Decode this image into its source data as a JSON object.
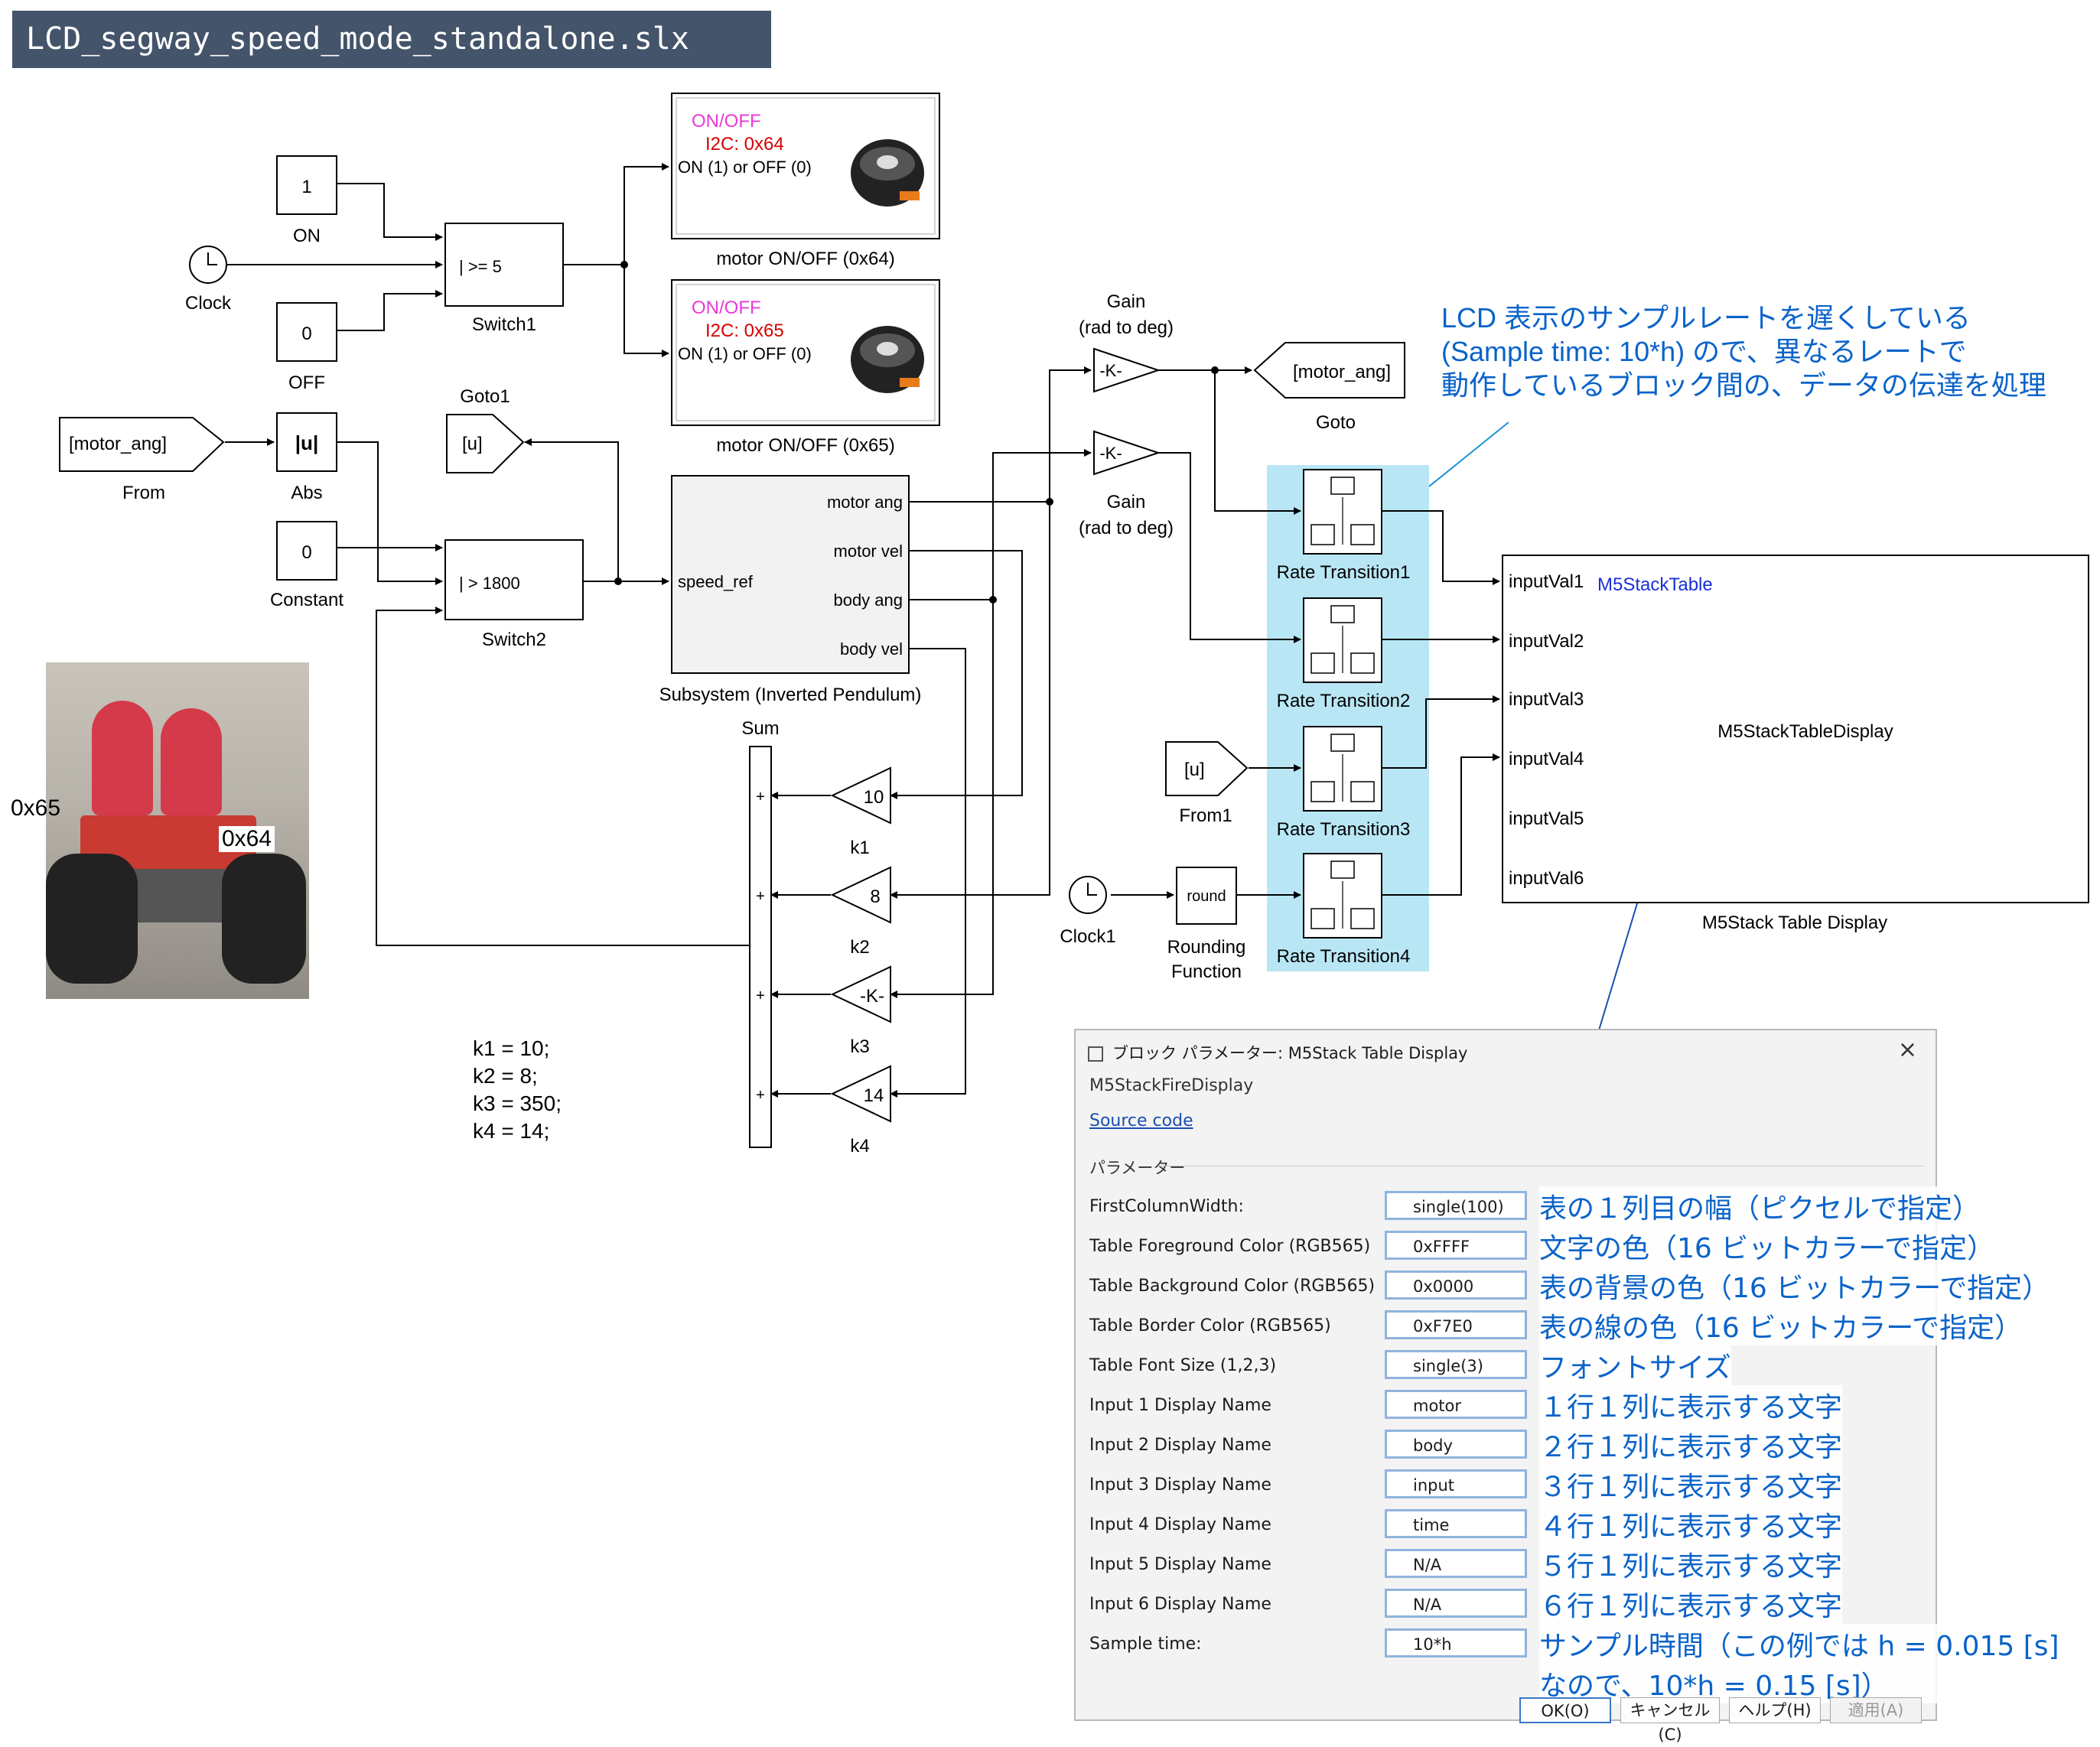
{
  "file_title": "LCD_segway_speed_mode_standalone.slx",
  "blocks": {
    "const_on_value": "1",
    "const_on_label": "ON",
    "const_off_value": "0",
    "const_off_label": "OFF",
    "clock_label": "Clock",
    "switch1_threshold": "| >= 5",
    "switch1_label": "Switch1",
    "motor1_onoff": "ON/OFF",
    "motor1_i2c": "I2C: 0x64",
    "motor1_port": "ON (1) or OFF (0)",
    "motor1_label": "motor ON/OFF (0x64)",
    "motor2_onoff": "ON/OFF",
    "motor2_i2c": "I2C: 0x65",
    "motor2_port": "ON (1) or OFF (0)",
    "motor2_label": "motor ON/OFF (0x65)",
    "from_tag": "[motor_ang]",
    "from_label": "From",
    "abs_symbol": "|u|",
    "abs_label": "Abs",
    "goto1_tag": "[u]",
    "goto1_label": "Goto1",
    "constant_value": "0",
    "constant_label": "Constant",
    "switch2_threshold": "| > 1800",
    "switch2_label": "Switch2",
    "subsystem_in": "speed_ref",
    "subsystem_out1": "motor ang",
    "subsystem_out2": "motor vel",
    "subsystem_out3": "body ang",
    "subsystem_out4": "body vel",
    "subsystem_label": "Subsystem (Inverted Pendulum)",
    "gain1_value": "-K-",
    "gain1_label1": "Gain",
    "gain1_label2": "(rad to deg)",
    "gain2_value": "-K-",
    "gain2_label1": "Gain",
    "gain2_label2": "(rad to deg)",
    "goto_tag": "[motor_ang]",
    "goto_label": "Goto",
    "sum_label": "Sum",
    "sum_sign": "+",
    "k1_value": "10",
    "k1_label": "k1",
    "k2_value": "8",
    "k2_label": "k2",
    "k3_value": "-K-",
    "k3_label": "k3",
    "k4_value": "14",
    "k4_label": "k4",
    "rt1_label": "Rate Transition1",
    "rt2_label": "Rate Transition2",
    "rt3_label": "Rate Transition3",
    "rt4_label": "Rate Transition4",
    "from1_tag": "[u]",
    "from1_label": "From1",
    "clock1_label": "Clock1",
    "round_value": "round",
    "round_label1": "Rounding",
    "round_label2": "Function",
    "m5_in1": "inputVal1",
    "m5_in2": "inputVal2",
    "m5_in3": "inputVal3",
    "m5_in4": "inputVal4",
    "m5_in5": "inputVal5",
    "m5_in6": "inputVal6",
    "m5_tag": "M5StackTable",
    "m5_center": "M5StackTableDisplay",
    "m5_label": "M5Stack Table Display"
  },
  "gains_text": [
    "k1 = 10;",
    "k2 = 8;",
    "k3 = 350;",
    "k4 = 14;"
  ],
  "annotation": [
    "LCD 表示のサンプルレートを遅くしている",
    "(Sample time: 10*h) ので、異なるレートで",
    "動作しているブロック間の、データの伝達を処理"
  ],
  "photo_labels": {
    "left": "0x65",
    "right": "0x64"
  },
  "dialog": {
    "title": "ブロック パラメーター: M5Stack Table Display",
    "close": "×",
    "subtitle": "M5StackFireDisplay",
    "source_link": "Source code",
    "params_title": "パラメーター",
    "rows": [
      {
        "label": "FirstColumnWidth:",
        "value": "single(100)",
        "note": "表の１列目の幅（ピクセルで指定）"
      },
      {
        "label": "Table Foreground Color (RGB565)",
        "value": "0xFFFF",
        "note": "文字の色（16 ビットカラーで指定）"
      },
      {
        "label": "Table Background Color (RGB565)",
        "value": "0x0000",
        "note": "表の背景の色（16 ビットカラーで指定）"
      },
      {
        "label": "Table Border Color (RGB565)",
        "value": "0xF7E0",
        "note": "表の線の色（16 ビットカラーで指定）"
      },
      {
        "label": "Table Font Size (1,2,3)",
        "value": "single(3)",
        "note": "フォントサイズ"
      },
      {
        "label": "Input 1 Display Name",
        "value": "motor",
        "note": "１行１列に表示する文字"
      },
      {
        "label": "Input 2 Display Name",
        "value": "body",
        "note": "２行１列に表示する文字"
      },
      {
        "label": "Input 3 Display Name",
        "value": "input",
        "note": "３行１列に表示する文字"
      },
      {
        "label": "Input 4 Display Name",
        "value": "time",
        "note": "４行１列に表示する文字"
      },
      {
        "label": "Input 5 Display Name",
        "value": "N/A",
        "note": "５行１列に表示する文字"
      },
      {
        "label": "Input 6 Display Name",
        "value": "N/A",
        "note": "６行１列に表示する文字"
      },
      {
        "label": "Sample time:",
        "value": "10*h",
        "note": "サンプル時間（この例では h = 0.015 [s]",
        "note2": "なので、10*h = 0.15 [s]）"
      }
    ],
    "buttons": {
      "ok": "OK(O)",
      "cancel": "キャンセル(C)",
      "help": "ヘルプ(H)",
      "apply": "適用(A)"
    }
  },
  "colors": {
    "title_bg": "#44546a",
    "annotation": "#0a63c9",
    "highlight": "#b9e6f5",
    "onoff": "#e83ad8",
    "i2c": "#d60000"
  }
}
